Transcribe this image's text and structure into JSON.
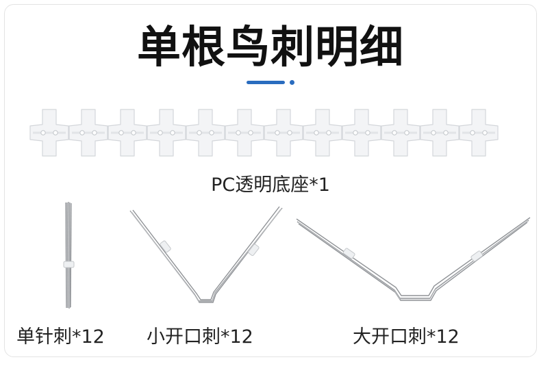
{
  "title": "单根鸟刺明细",
  "accent_color": "#2a6cbf",
  "base": {
    "caption": "PC透明底座*1",
    "count": 12
  },
  "spikes": [
    {
      "caption": "单针刺*12",
      "type": "single-needle"
    },
    {
      "caption": "小开口刺*12",
      "type": "small-opening"
    },
    {
      "caption": "大开口刺*12",
      "type": "large-opening"
    }
  ]
}
